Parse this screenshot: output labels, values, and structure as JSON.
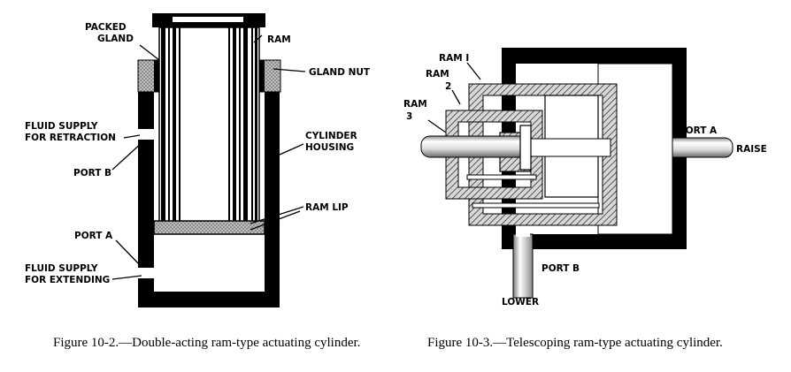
{
  "figure_left": {
    "caption": "Figure 10-2.—Double-acting ram-type actuating cylinder.",
    "labels": {
      "packed_gland_1": "PACKED",
      "packed_gland_2": "GLAND",
      "ram": "RAM",
      "gland_nut": "GLAND NUT",
      "fluid_retraction_1": "FLUID SUPPLY",
      "fluid_retraction_2": "FOR RETRACTION",
      "port_b": "PORT B",
      "cylinder_housing_1": "CYLINDER",
      "cylinder_housing_2": "HOUSING",
      "ram_lip": "RAM LIP",
      "port_a": "PORT A",
      "fluid_extending_1": "FLUID SUPPLY",
      "fluid_extending_2": "FOR EXTENDING"
    }
  },
  "figure_right": {
    "caption": "Figure 10-3.—Telescoping ram-type actuating cylinder.",
    "labels": {
      "ram_1": "RAM I",
      "ram_2a": "RAM",
      "ram_2b": "2",
      "ram_3a": "RAM",
      "ram_3b": "3",
      "port_a": "PORT A",
      "raise": "RAISE",
      "port_b": "PORT B",
      "lower": "LOWER"
    }
  }
}
